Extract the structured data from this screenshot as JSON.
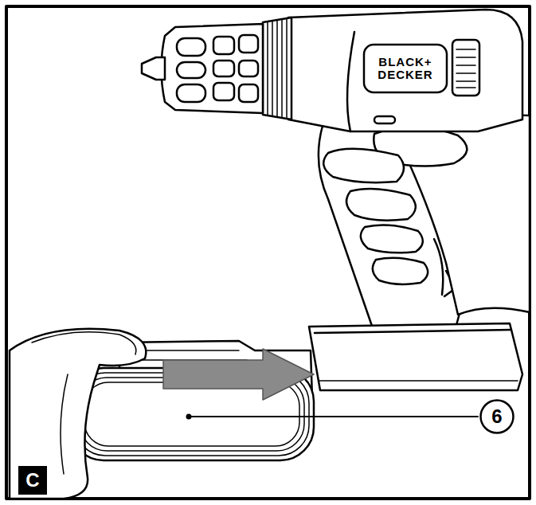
{
  "diagram": {
    "nodes": [
      {
        "text": [
          "BLACK+ DECKER"
        ]
      },
      {
        "text": [
          "6"
        ]
      },
      {
        "text": [
          "C"
        ]
      }
    ]
  }
}
